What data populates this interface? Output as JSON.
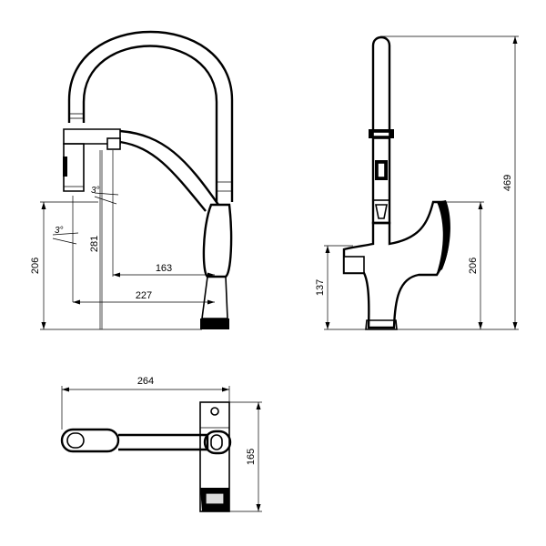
{
  "front_view": {
    "dim_height_left": "206",
    "dim_height_spout": "281",
    "dim_reach_short": "163",
    "dim_reach_long": "227",
    "angle_upper": "3°",
    "angle_lower": "3°"
  },
  "side_view": {
    "dim_total_height": "469",
    "dim_handle_height": "206",
    "dim_inlet_height": "137"
  },
  "top_view": {
    "dim_length": "264",
    "dim_depth": "165"
  }
}
